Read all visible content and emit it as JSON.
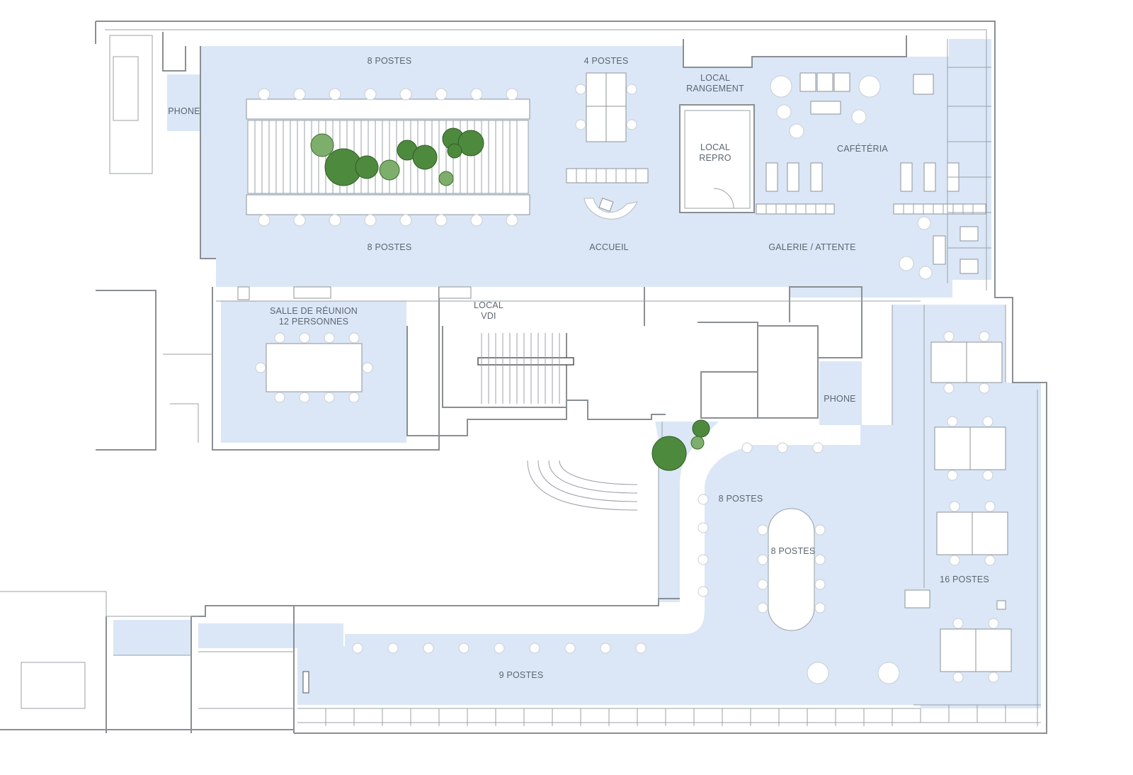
{
  "labels": {
    "postes_top_left": "8 POSTES",
    "postes_top_mid": "4 POSTES",
    "local_rangement": [
      "LOCAL",
      "RANGEMENT"
    ],
    "phone_left": "PHONE",
    "local_repro": [
      "LOCAL",
      "REPRO"
    ],
    "cafeteria": "CAFÉTÉRIA",
    "postes_second": "8 POSTES",
    "accueil": "ACCUEIL",
    "galerie": "GALERIE / ATTENTE",
    "salle_reunion": [
      "SALLE DE RÉUNION",
      "12 PERSONNES"
    ],
    "local_vdi": [
      "LOCAL",
      "VDI"
    ],
    "phone_right": "PHONE",
    "postes_right_a": "8 POSTES",
    "postes_right_b": "8 POSTES",
    "postes_sixteen": "16 POSTES",
    "postes_nine": "9 POSTES"
  },
  "colors": {
    "room_fill": "#dbe7f6",
    "wall": "#8a8f94",
    "plants": "#4e8a3e"
  }
}
